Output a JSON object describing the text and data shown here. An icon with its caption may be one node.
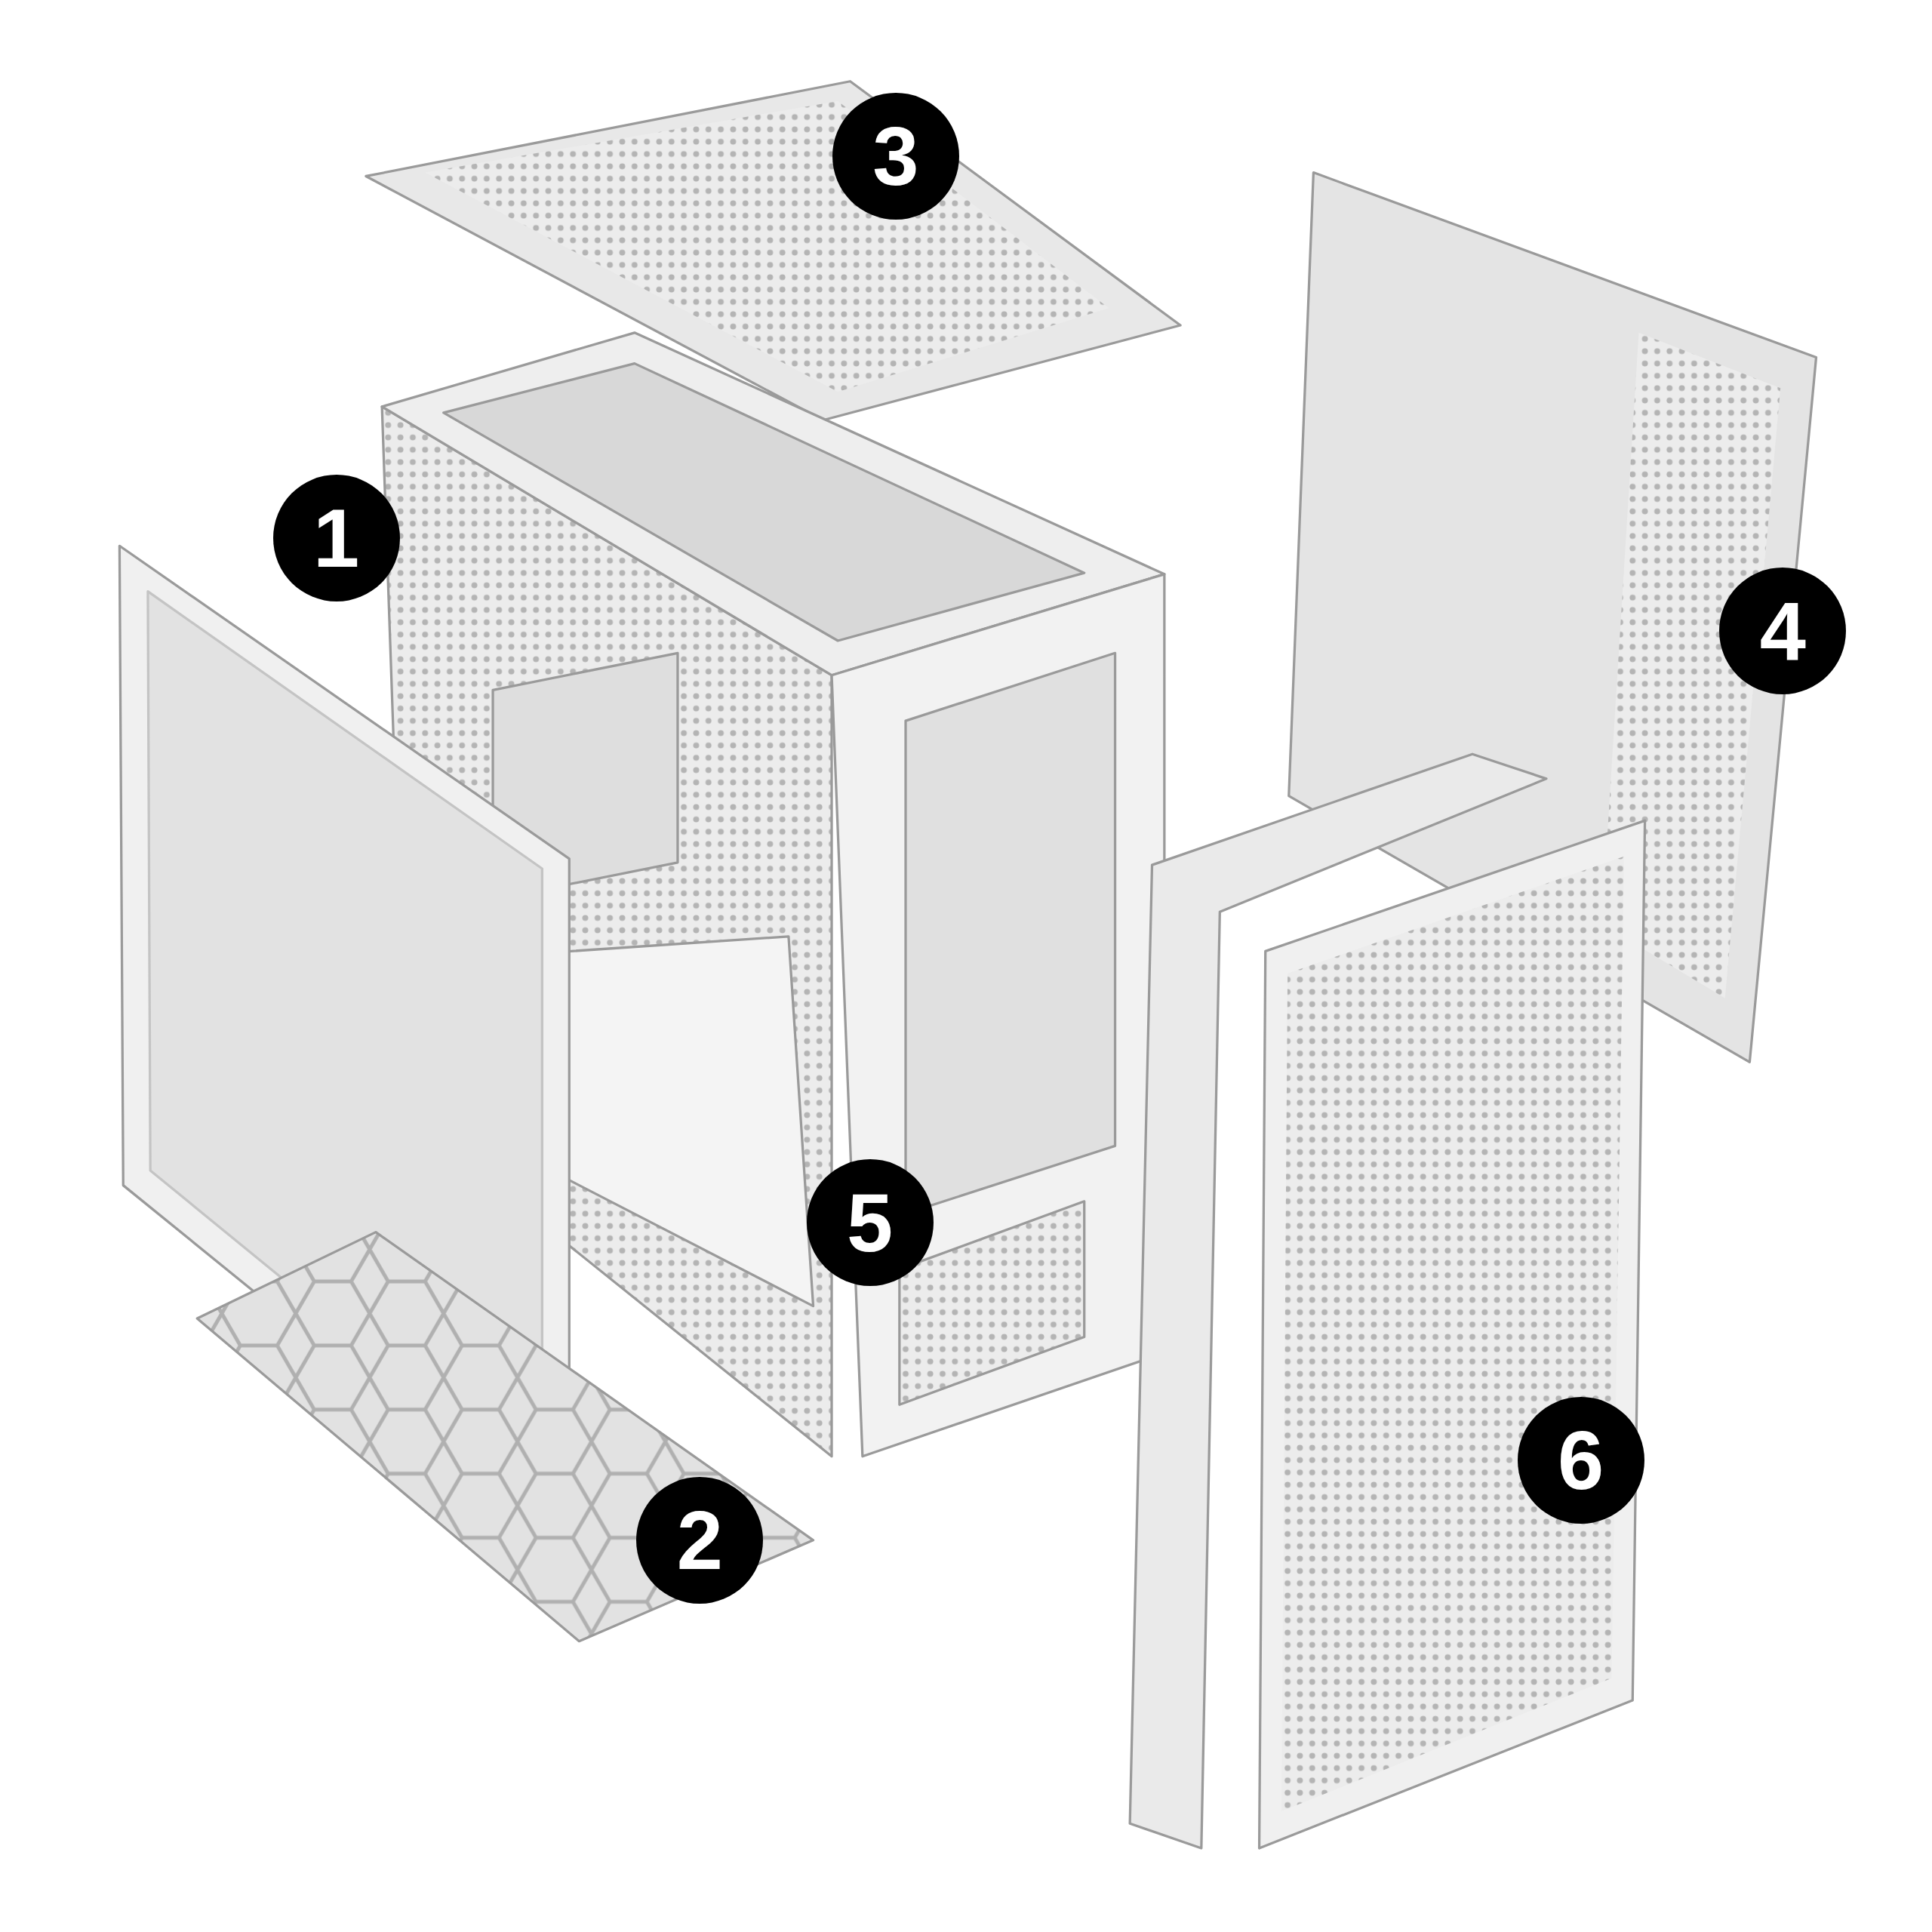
{
  "diagram": {
    "labels": [
      "3",
      "1",
      "4",
      "5",
      "6",
      "2"
    ]
  }
}
